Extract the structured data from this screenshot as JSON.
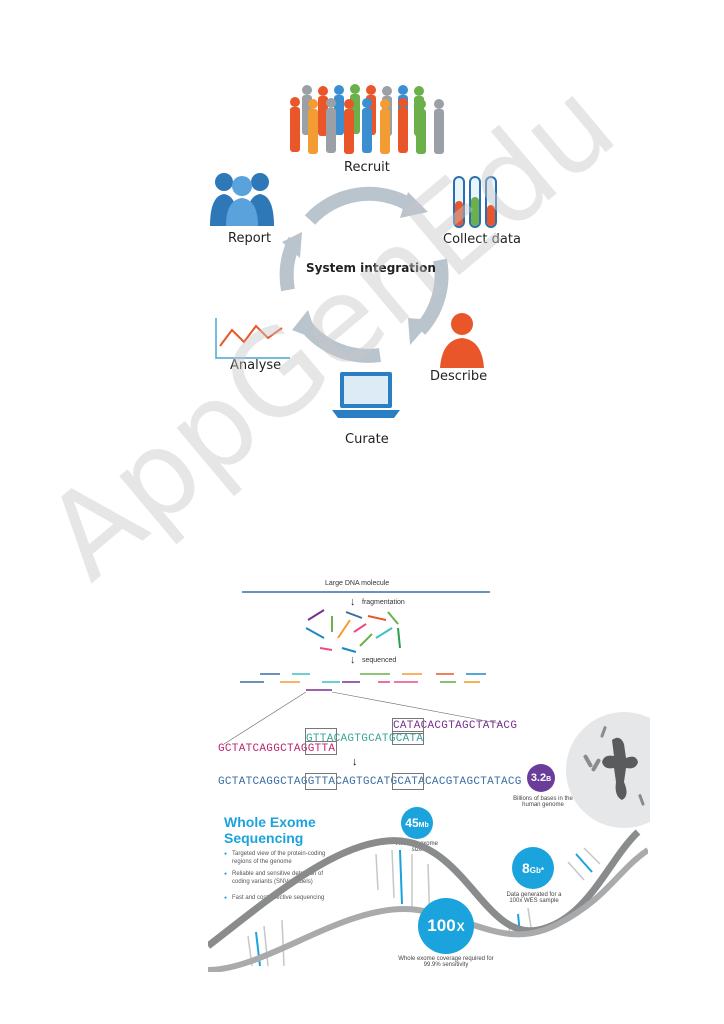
{
  "cycle": {
    "center": "System integration",
    "steps": {
      "recruit": "Recruit",
      "collect": "Collect data",
      "describe": "Describe",
      "curate": "Curate",
      "analyse": "Analyse",
      "report": "Report"
    }
  },
  "sequencing": {
    "molecule": "Large DNA molecule",
    "fragmentation": "fragmentation",
    "sequenced": "sequenced",
    "read1": "GCTATCAGGCTAGGTTA",
    "read2": "GTTACAGTGCATGCATA",
    "read3": "CATACACGTAGCTATACG",
    "assembled": "GCTATCAGGCTAGGTTACAGTGCATGCATACACGTAGCTATACG"
  },
  "wes": {
    "title_line1": "Whole Exome",
    "title_line2": "Sequencing",
    "bullets": [
      "Targeted view of the protein-coding regions of the genome",
      "Reliable and sensitive detection of coding variants (SNVs, Indels)",
      "Fast and cost effective sequencing"
    ],
    "stat_genome": {
      "value": "3.2",
      "unit": "B",
      "desc": "Billions of bases in the human genome"
    },
    "stat_exome": {
      "value": "45",
      "unit": "Mb",
      "desc": "Average exome size"
    },
    "stat_data": {
      "value": "8",
      "unit": "Gb*",
      "desc": "Data generated for a 100x WES sample"
    },
    "stat_coverage": {
      "value": "100",
      "unit": "X",
      "desc": "Whole exome coverage required for 99.9% sensitivity"
    }
  },
  "watermark": "AppGenEdu"
}
